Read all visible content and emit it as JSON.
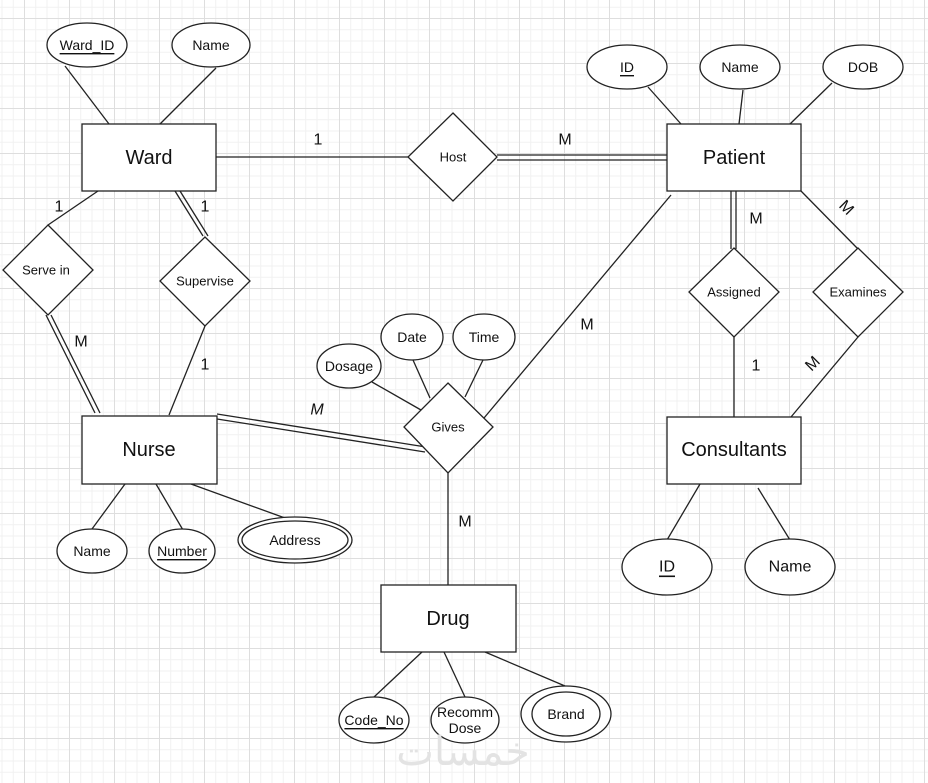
{
  "diagram": {
    "type": "er-diagram",
    "entities": [
      {
        "id": "ward",
        "label": "Ward"
      },
      {
        "id": "patient",
        "label": "Patient"
      },
      {
        "id": "nurse",
        "label": "Nurse"
      },
      {
        "id": "consultants",
        "label": "Consultants"
      },
      {
        "id": "drug",
        "label": "Drug"
      }
    ],
    "relationships": [
      {
        "id": "host",
        "label": "Host"
      },
      {
        "id": "serve_in",
        "label": "Serve in"
      },
      {
        "id": "supervise",
        "label": "Supervise"
      },
      {
        "id": "gives",
        "label": "Gives"
      },
      {
        "id": "assigned",
        "label": "Assigned"
      },
      {
        "id": "examines",
        "label": "Examines"
      }
    ],
    "attributes": [
      {
        "id": "ward_id",
        "label": "Ward_ID",
        "owner": "ward",
        "key": true,
        "multivalued": false
      },
      {
        "id": "ward_name",
        "label": "Name",
        "owner": "ward",
        "key": false,
        "multivalued": false
      },
      {
        "id": "patient_id",
        "label": "ID",
        "owner": "patient",
        "key": true,
        "multivalued": false
      },
      {
        "id": "patient_name",
        "label": "Name",
        "owner": "patient",
        "key": false,
        "multivalued": false
      },
      {
        "id": "patient_dob",
        "label": "DOB",
        "owner": "patient",
        "key": false,
        "multivalued": false
      },
      {
        "id": "gives_dosage",
        "label": "Dosage",
        "owner": "gives",
        "key": false,
        "multivalued": false
      },
      {
        "id": "gives_date",
        "label": "Date",
        "owner": "gives",
        "key": false,
        "multivalued": false
      },
      {
        "id": "gives_time",
        "label": "Time",
        "owner": "gives",
        "key": false,
        "multivalued": false
      },
      {
        "id": "nurse_name",
        "label": "Name",
        "owner": "nurse",
        "key": false,
        "multivalued": false
      },
      {
        "id": "nurse_number",
        "label": "Number",
        "owner": "nurse",
        "key": true,
        "multivalued": false
      },
      {
        "id": "nurse_address",
        "label": "Address",
        "owner": "nurse",
        "key": false,
        "multivalued": true
      },
      {
        "id": "cons_id",
        "label": "ID",
        "owner": "consultants",
        "key": true,
        "multivalued": false
      },
      {
        "id": "cons_name",
        "label": "Name",
        "owner": "consultants",
        "key": false,
        "multivalued": false
      },
      {
        "id": "drug_code",
        "label": "Code_No",
        "owner": "drug",
        "key": true,
        "multivalued": false
      },
      {
        "id": "drug_dose_line1",
        "label": "Recomm",
        "owner": "drug",
        "key": false,
        "multivalued": false
      },
      {
        "id": "drug_dose_line2",
        "label": "Dose",
        "owner": "drug",
        "key": false,
        "multivalued": false
      },
      {
        "id": "drug_brand",
        "label": "Brand",
        "owner": "drug",
        "key": false,
        "multivalued": true
      }
    ],
    "connections": [
      {
        "from": "ward",
        "to": "host",
        "cardinality": "1",
        "total": false
      },
      {
        "from": "host",
        "to": "patient",
        "cardinality": "M",
        "total": true
      },
      {
        "from": "ward",
        "to": "serve_in",
        "cardinality": "1",
        "total": false
      },
      {
        "from": "serve_in",
        "to": "nurse",
        "cardinality": "M",
        "total": true
      },
      {
        "from": "ward",
        "to": "supervise",
        "cardinality": "1",
        "total": true
      },
      {
        "from": "supervise",
        "to": "nurse",
        "cardinality": "1",
        "total": false
      },
      {
        "from": "nurse",
        "to": "gives",
        "cardinality": "M",
        "total": true
      },
      {
        "from": "patient",
        "to": "gives",
        "cardinality": "M",
        "total": false
      },
      {
        "from": "gives",
        "to": "drug",
        "cardinality": "M",
        "total": false
      },
      {
        "from": "patient",
        "to": "assigned",
        "cardinality": "M",
        "total": true
      },
      {
        "from": "assigned",
        "to": "consultants",
        "cardinality": "1",
        "total": false
      },
      {
        "from": "patient",
        "to": "examines",
        "cardinality": "M",
        "total": false
      },
      {
        "from": "examines",
        "to": "consultants",
        "cardinality": "M",
        "total": false
      }
    ],
    "cardinality_labels": {
      "ward_host": "1",
      "host_patient": "M",
      "ward_serve": "1",
      "serve_nurse": "M",
      "ward_supervise": "1",
      "supervise_nurse": "1",
      "nurse_gives": "M",
      "patient_gives": "M",
      "gives_drug": "M",
      "patient_assigned": "M",
      "assigned_consultants": "1",
      "patient_examines": "M",
      "examines_consultants": "M"
    }
  },
  "watermark": "خمسات"
}
